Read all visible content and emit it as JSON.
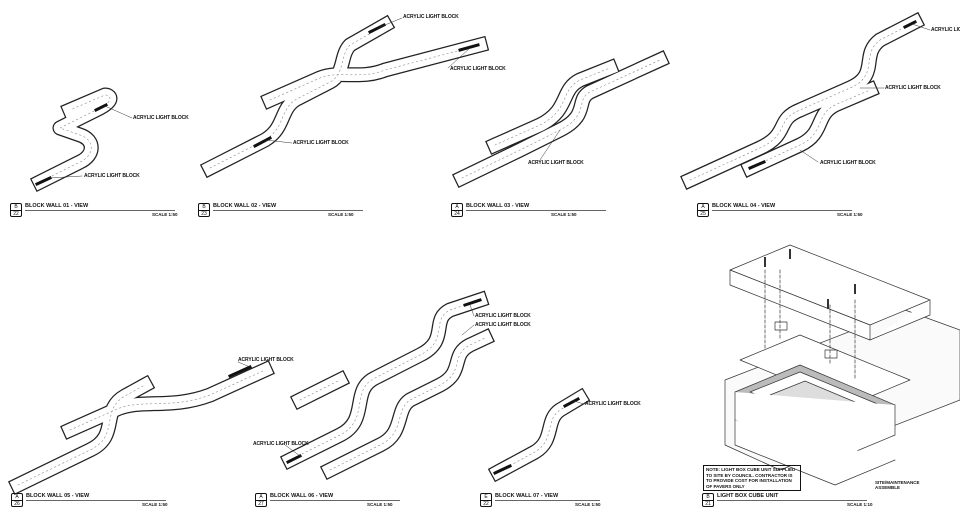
{
  "callout_label": "ACRYLIC LIGHT BLOCK",
  "views": [
    {
      "ref_letter": "B",
      "ref_number": "22",
      "title": "BLOCK WALL 01 - VIEW",
      "scale": "SCALE 1:50"
    },
    {
      "ref_letter": "B",
      "ref_number": "23",
      "title": "BLOCK WALL 02 - VIEW",
      "scale": "SCALE 1:50"
    },
    {
      "ref_letter": "A",
      "ref_number": "24",
      "title": "BLOCK WALL 03 - VIEW",
      "scale": "SCALE 1:50"
    },
    {
      "ref_letter": "A",
      "ref_number": "25",
      "title": "BLOCK WALL 04 - VIEW",
      "scale": "SCALE 1:50"
    },
    {
      "ref_letter": "A",
      "ref_number": "26",
      "title": "BLOCK WALL 05 - VIEW",
      "scale": "SCALE 1:50"
    },
    {
      "ref_letter": "A",
      "ref_number": "27",
      "title": "BLOCK WALL 06 - VIEW",
      "scale": "SCALE 1:50"
    },
    {
      "ref_letter": "E",
      "ref_number": "22",
      "title": "BLOCK WALL 07 - VIEW",
      "scale": "SCALE 1:50"
    },
    {
      "ref_letter": "B",
      "ref_number": "21",
      "title": "LIGHT BOX CUBE UNIT",
      "scale": "SCALE 1:10"
    }
  ],
  "light_box_note": "NOTE: LIGHT BOX CUBE UNIT SUPPLIED TO SITE BY COUNCIL. CONTRACTOR IS TO PROVIDE COST FOR INSTALLATION OF PAVERS ONLY",
  "site_note": "SITE/MAINTENANCE ASSEMBLE"
}
